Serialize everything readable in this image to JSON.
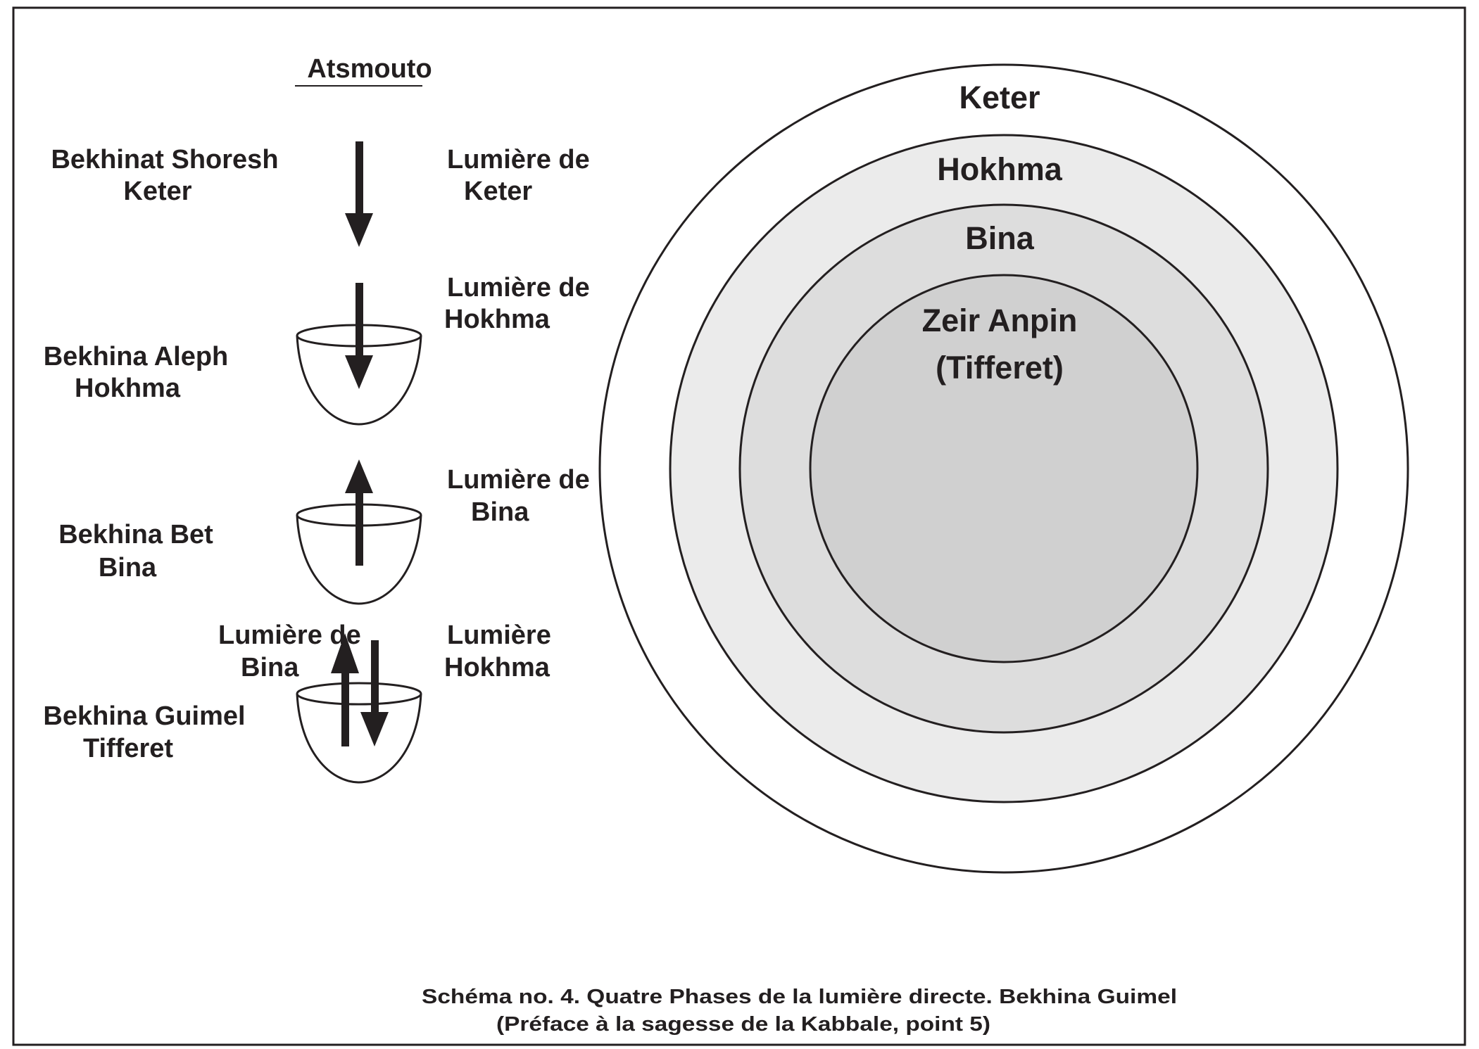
{
  "title": "Atsmouto",
  "phases": {
    "shoresh": {
      "line1": "Bekhinat Shoresh",
      "line2": "Keter"
    },
    "aleph": {
      "line1": "Bekhina Aleph",
      "line2": "Hokhma"
    },
    "bet": {
      "line1": "Bekhina Bet",
      "line2": "Bina"
    },
    "guimel": {
      "line1": "Bekhina Guimel",
      "line2": "Tifferet"
    }
  },
  "lights": {
    "keter": {
      "line1": "Lumière de",
      "line2": "Keter"
    },
    "hokhma": {
      "line1": "Lumière de",
      "line2": "Hokhma"
    },
    "bina": {
      "line1": "Lumière de",
      "line2": "Bina"
    },
    "guimel_hokhma": {
      "line1": "Lumière",
      "line2": "Hokhma"
    },
    "guimel_bina": {
      "line1": "Lumière de",
      "line2": "Bina"
    }
  },
  "circles": {
    "keter": "Keter",
    "hokhma": "Hokhma",
    "bina": "Bina",
    "zeir_anpin": "Zeir Anpin",
    "tifferet": "(Tifferet)",
    "colors": {
      "keter": "#ffffff",
      "hokhma": "#ebebeb",
      "bina": "#dddddd",
      "zeir_anpin": "#d0d0d0"
    }
  },
  "caption": {
    "line1": "Schéma no. 4. Quatre Phases de la lumière directe. Bekhina Guimel",
    "line2": "(Préface à la sagesse de la Kabbale, point 5)"
  }
}
